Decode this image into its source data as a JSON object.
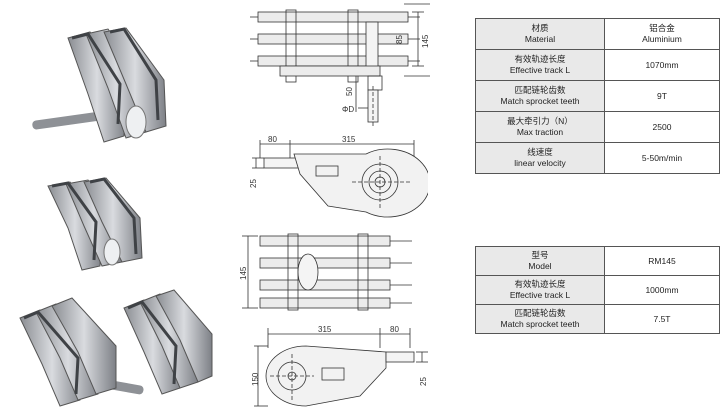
{
  "table1": {
    "rows": [
      {
        "label_cn": "材质",
        "label_en": "Material",
        "value_cn": "铝合金",
        "value_en": "Aluminium"
      },
      {
        "label_cn": "有效轨迹长度",
        "label_en": "Effective track L",
        "value": "1070mm"
      },
      {
        "label_cn": "匹配链轮齿数",
        "label_en": "Match sprocket teeth",
        "value": "9T"
      },
      {
        "label_cn": "最大牵引力（N）",
        "label_en": "Max traction",
        "value": "2500"
      },
      {
        "label_cn": "线速度",
        "label_en": "linear velocity",
        "value": "5-50m/min"
      }
    ]
  },
  "table2": {
    "rows": [
      {
        "label_cn": "型号",
        "label_en": "Model",
        "value": "RM145"
      },
      {
        "label_cn": "有效轨迹长度",
        "label_en": "Effective track L",
        "value": "1000mm"
      },
      {
        "label_cn": "匹配链轮齿数",
        "label_en": "Match sprocket teeth",
        "value": "7.5T"
      }
    ]
  },
  "drawing_top": {
    "dims": {
      "d85": "85",
      "d145": "145",
      "d50": "50",
      "phiD": "ΦD"
    }
  },
  "drawing_side1": {
    "dims": {
      "d80": "80",
      "d315": "315",
      "d25": "25"
    }
  },
  "drawing_front2": {
    "dims": {
      "d145": "145"
    }
  },
  "drawing_side2": {
    "dims": {
      "d315": "315",
      "d80": "80",
      "d150": "150",
      "d25": "25"
    }
  }
}
